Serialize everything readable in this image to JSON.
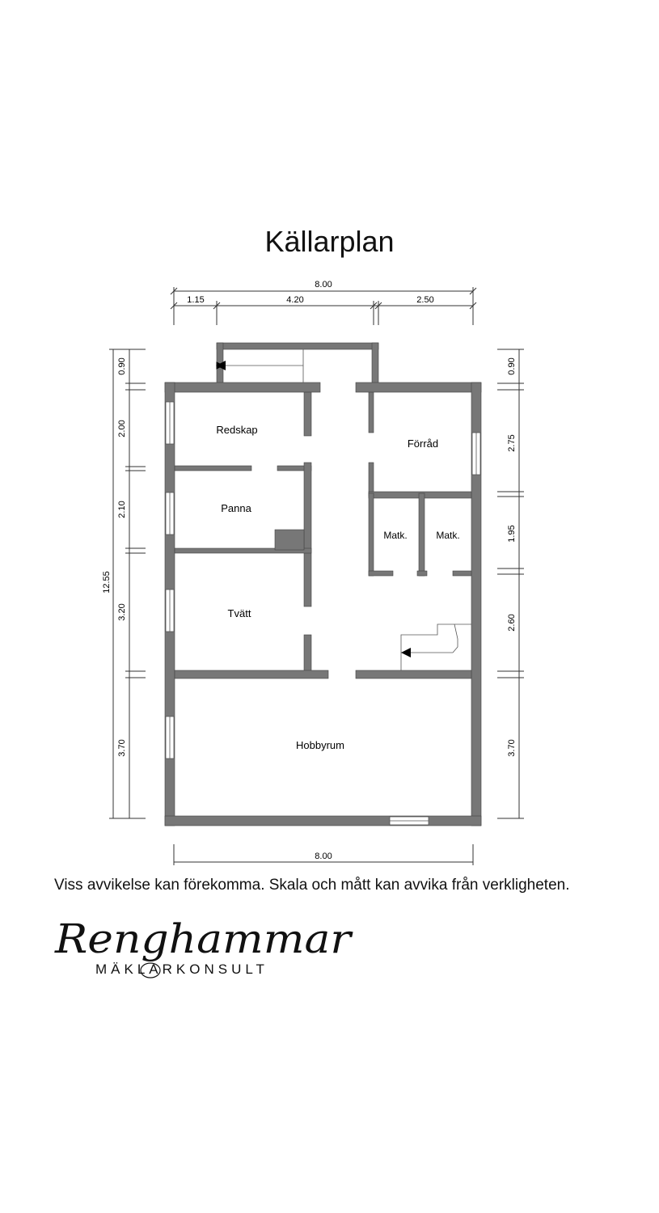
{
  "title": "Källarplan",
  "disclaimer": "Viss avvikelse kan förekomma. Skala och mått kan avvika från verkligheten.",
  "logo": {
    "name": "Renghammar",
    "subtitle": "MÄKLARKONSULT"
  },
  "rooms": {
    "redskap": "Redskap",
    "forrad": "Förråd",
    "panna": "Panna",
    "matk_left": "Matk.",
    "matk_right": "Matk.",
    "tvatt": "Tvätt",
    "hobbyrum": "Hobbyrum"
  },
  "dimensions": {
    "top_total": "8.00",
    "top_seg_1": "1.15",
    "top_seg_2": "4.20",
    "top_seg_3": "2.50",
    "bottom_total": "8.00",
    "left_total": "12.55",
    "left_seg_1": "0.90",
    "left_seg_2": "2.00",
    "left_seg_3": "2.10",
    "left_seg_4": "3.20",
    "left_seg_5": "3.70",
    "right_seg_1": "0.90",
    "right_seg_2": "2.75",
    "right_seg_3": "1.95",
    "right_seg_4": "2.60",
    "right_seg_5": "3.70"
  },
  "colors": {
    "wall": "#777777",
    "line": "#333333",
    "window": "#ffffff"
  }
}
